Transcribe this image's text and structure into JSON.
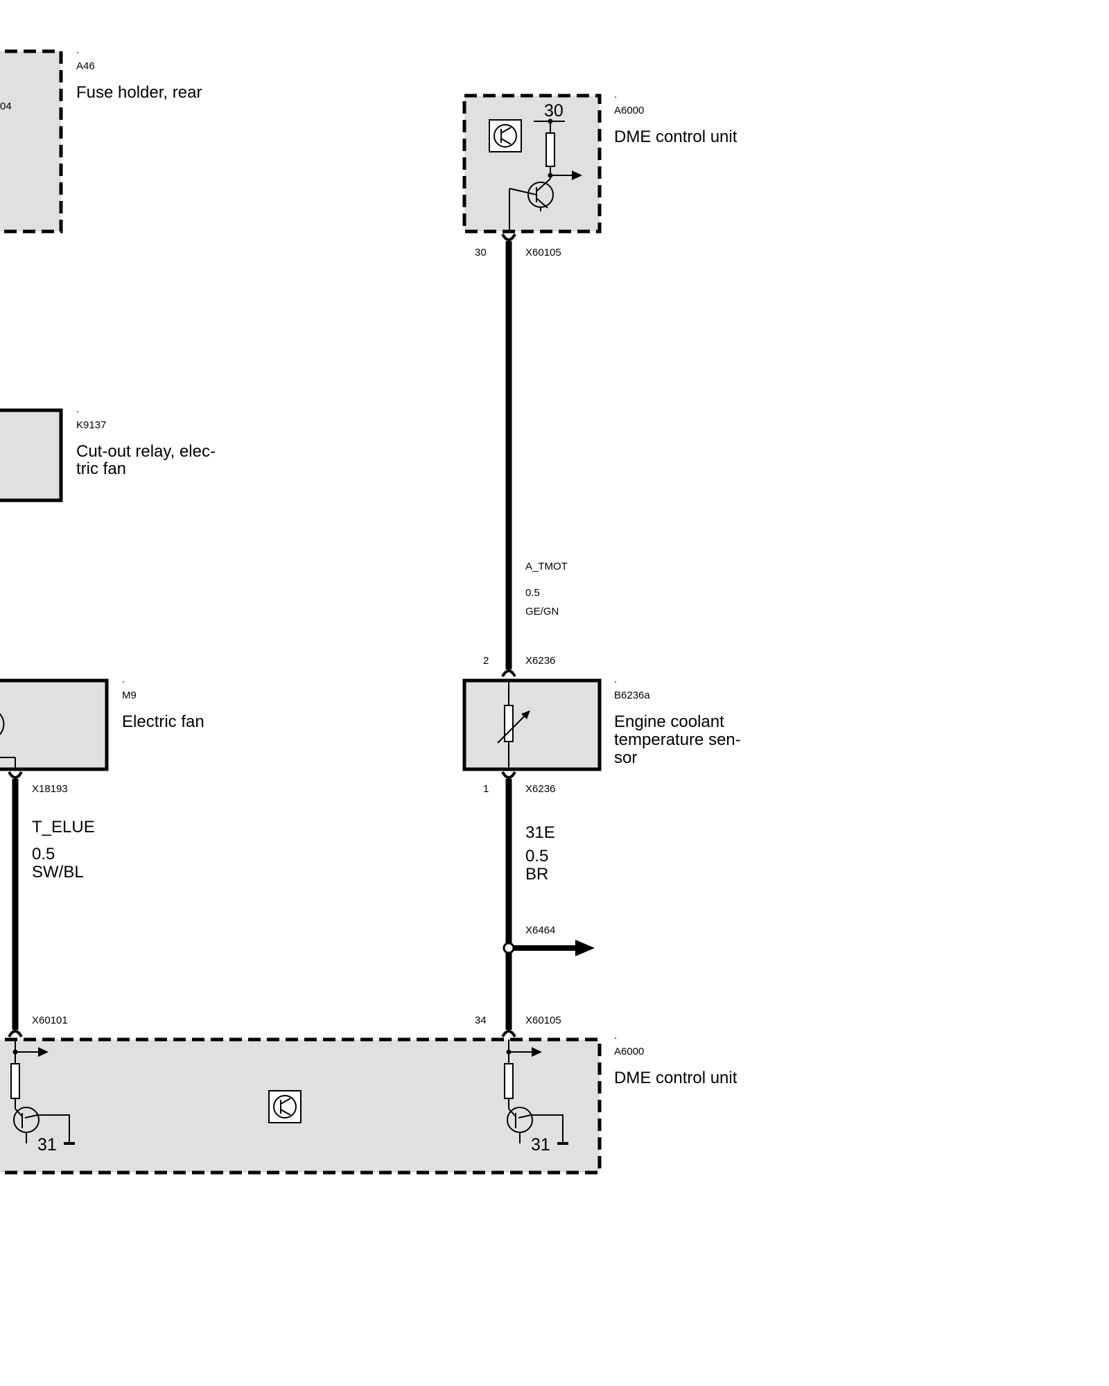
{
  "components": {
    "fuse_holder": {
      "marker": ".",
      "code": "A46",
      "name": "Fuse holder, rear",
      "pin_partial": "04"
    },
    "dme_top": {
      "marker": ".",
      "code": "A6000",
      "name": "DME control unit",
      "pin_label": "30"
    },
    "relay": {
      "marker": ".",
      "code": "K9137",
      "name_line1": "Cut-out relay, elec-",
      "name_line2": "tric fan"
    },
    "fan": {
      "marker": ".",
      "code": "M9",
      "name": "Electric fan"
    },
    "sensor": {
      "marker": ".",
      "code": "B6236a",
      "name_line1": "Engine coolant",
      "name_line2": "temperature sen-",
      "name_line3": "sor"
    },
    "dme_bottom": {
      "marker": ".",
      "code": "A6000",
      "name": "DME control unit",
      "ground_left": "31",
      "ground_right": "31"
    }
  },
  "connectors": {
    "dme_top_pin": "30",
    "dme_top_conn": "X60105",
    "sensor_top_pin": "2",
    "sensor_top_conn": "X6236",
    "sensor_bottom_pin": "1",
    "sensor_bottom_conn": "X6236",
    "fan_conn": "X18193",
    "splice": "X6464",
    "dme_bottom_left_conn": "X60101",
    "dme_bottom_right_pin": "34",
    "dme_bottom_right_conn": "X60105"
  },
  "wires": {
    "signal": {
      "name": "A_TMOT",
      "size": "0.5",
      "color": "GE/GN"
    },
    "ground": {
      "name": "31E",
      "size": "0.5",
      "color": "BR"
    },
    "fan": {
      "name": "T_ELUE",
      "size": "0.5",
      "color": "SW/BL"
    }
  }
}
